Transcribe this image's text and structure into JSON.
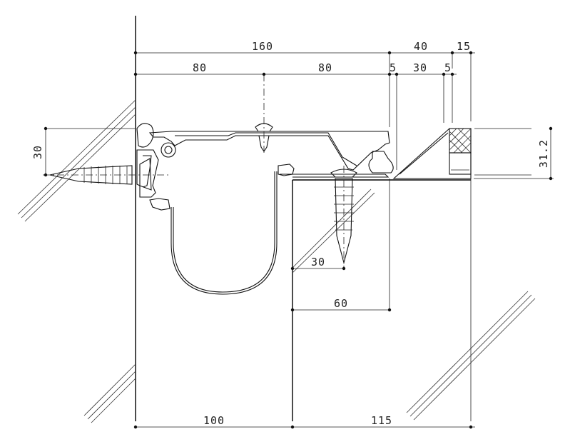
{
  "dimensions": {
    "top_total": "160",
    "top_right_40": "40",
    "top_right_15": "15",
    "mid_left_80": "80",
    "mid_right_80": "80",
    "mid_5a": "5",
    "mid_30": "30",
    "mid_5b": "5",
    "left_height": "30",
    "right_height": "31.2",
    "inner_30": "30",
    "inner_60": "60",
    "bottom_left": "100",
    "bottom_right": "115"
  }
}
